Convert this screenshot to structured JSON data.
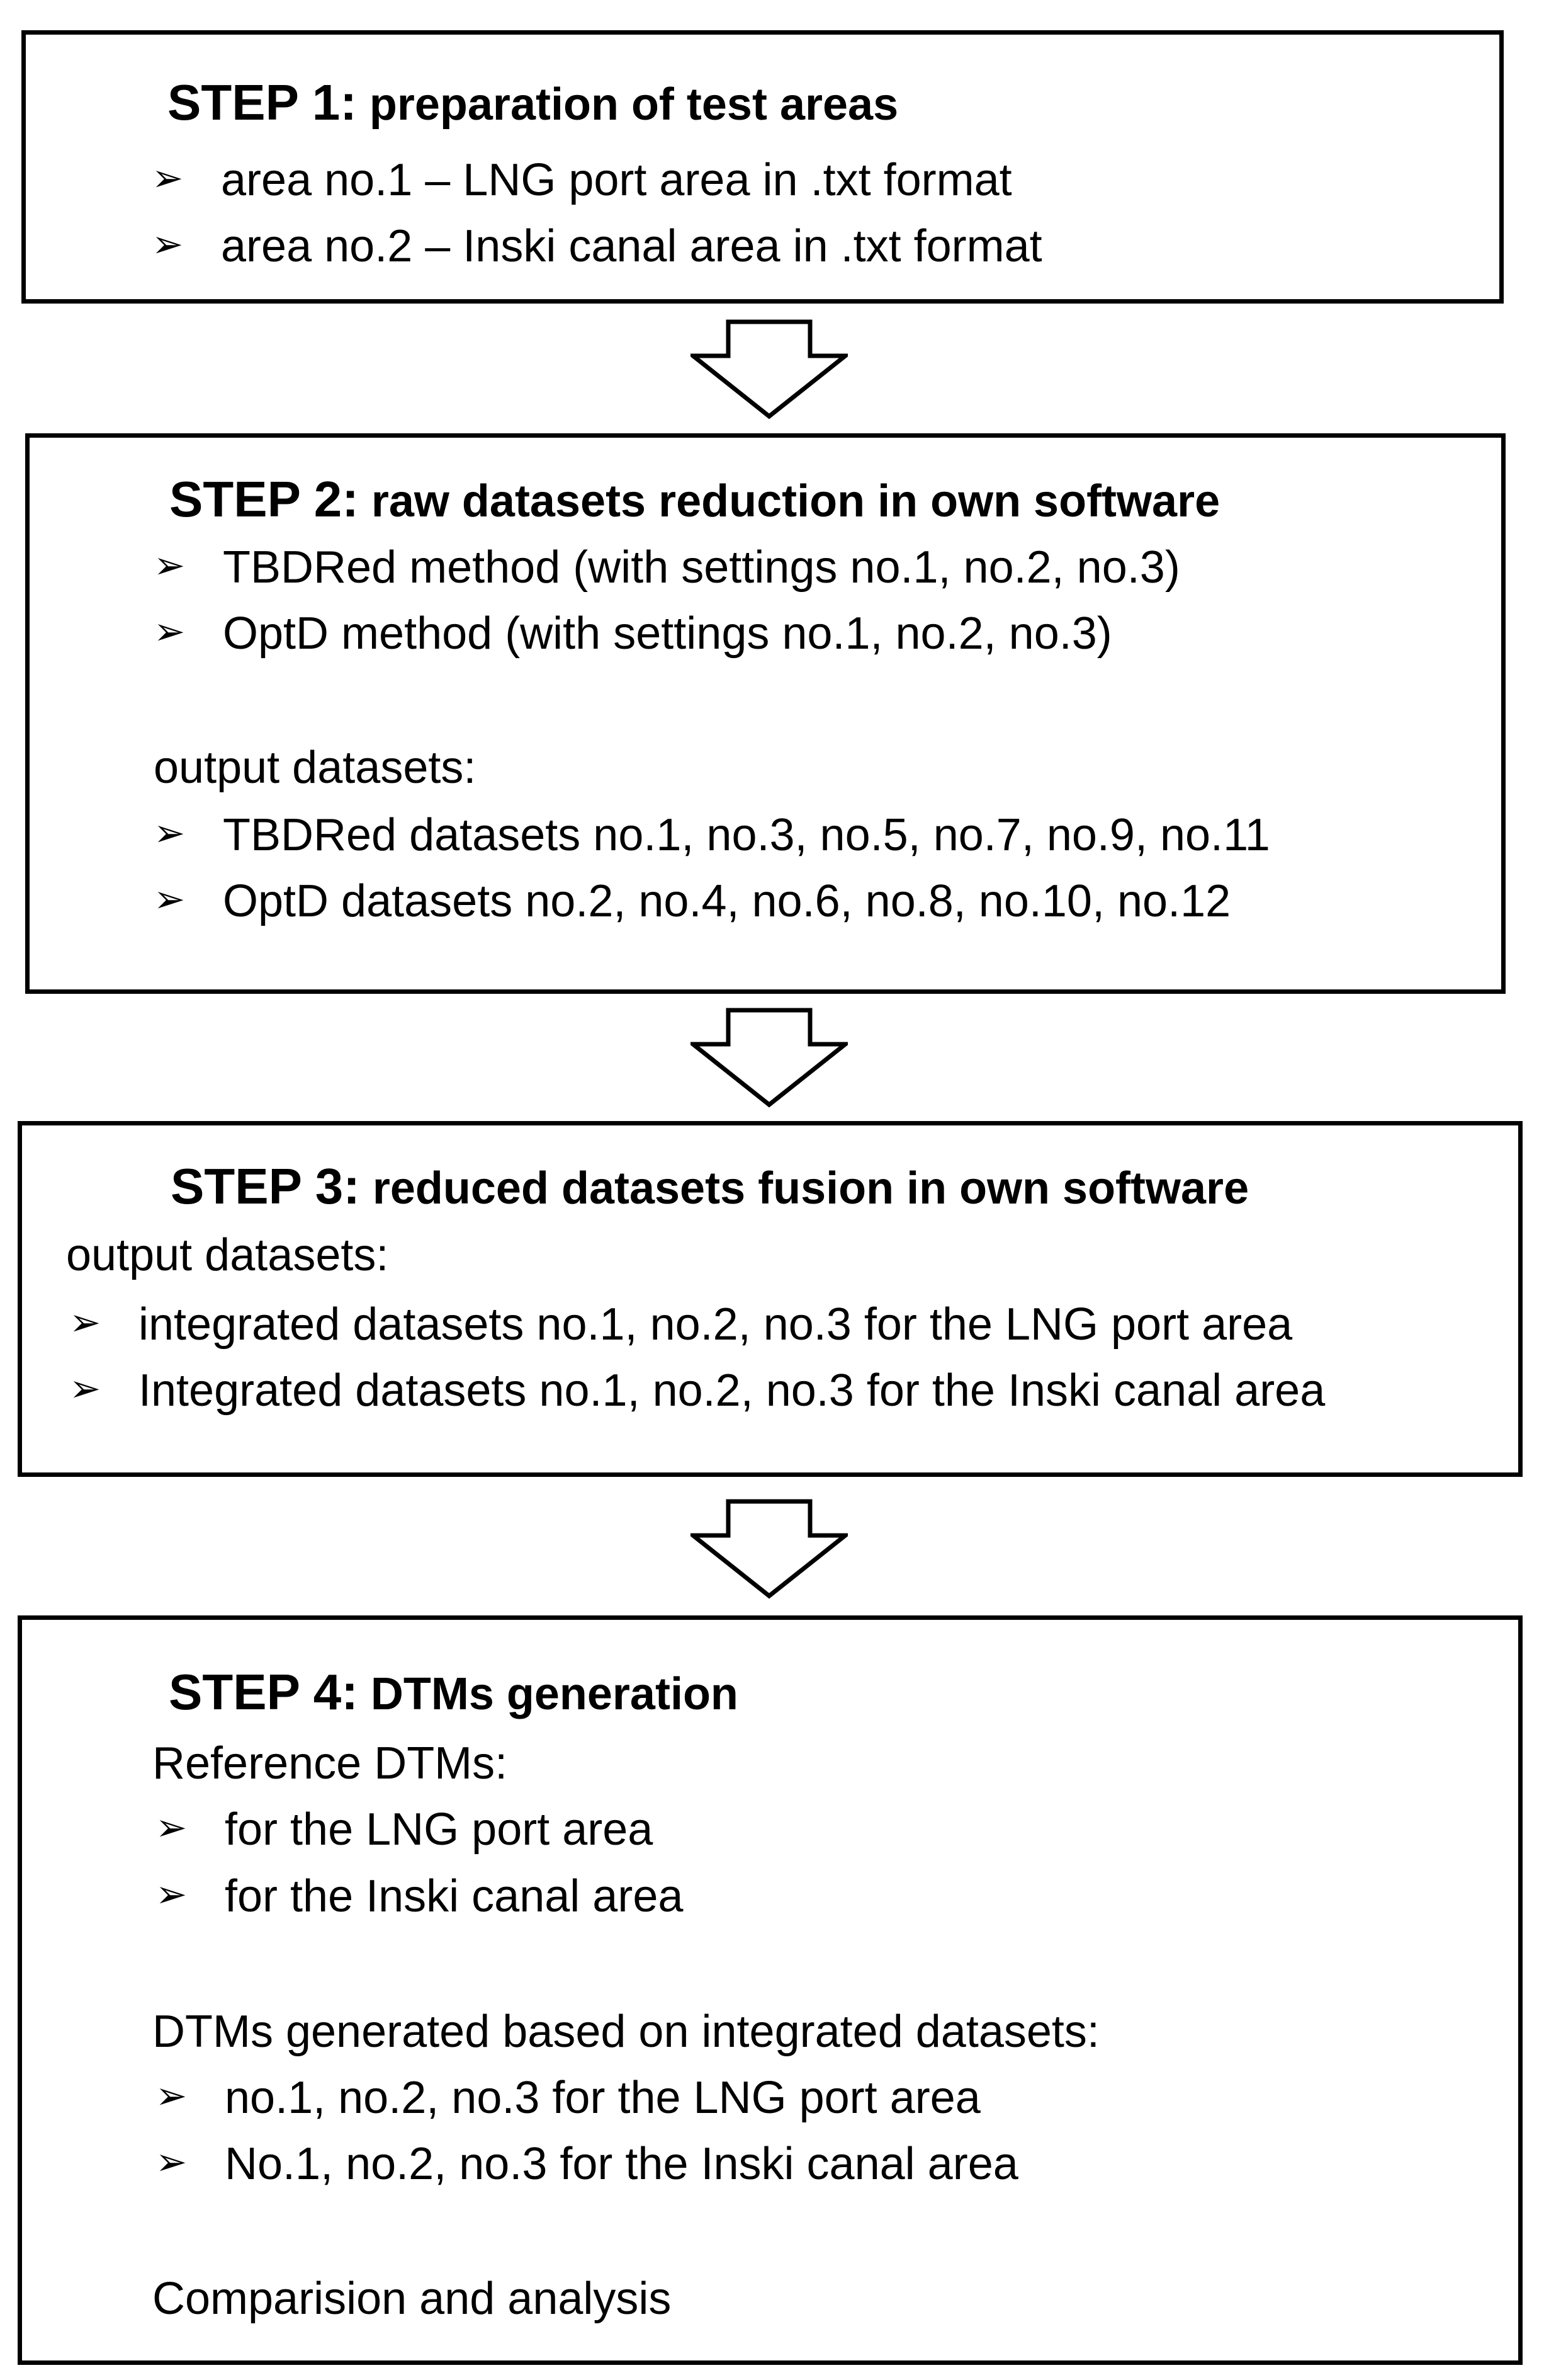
{
  "step1": {
    "label": "STEP 1:",
    "title": " preparation of test areas",
    "items": [
      "area no.1 –  LNG port area in .txt format",
      "area no.2 – Inski canal area in .txt format"
    ]
  },
  "step2": {
    "label": "STEP 2:",
    "title": "  raw datasets reduction in own software",
    "methods": [
      "TBDRed method (with settings no.1, no.2, no.3)",
      "OptD method (with settings no.1, no.2, no.3)"
    ],
    "output_heading": "output datasets:",
    "outputs": [
      "TBDRed datasets no.1, no.3, no.5, no.7, no.9, no.11",
      "OptD datasets no.2, no.4, no.6, no.8, no.10, no.12"
    ]
  },
  "step3": {
    "label": "STEP 3:",
    "title": " reduced datasets fusion in own software",
    "output_heading": "output datasets:",
    "outputs": [
      "integrated datasets no.1, no.2, no.3  for the LNG port area",
      "Integrated datasets no.1, no.2, no.3 for the Inski canal area"
    ]
  },
  "step4": {
    "label": "STEP 4:",
    "title": " DTMs generation",
    "reference_heading": "Reference DTMs:",
    "reference_items": [
      "for the LNG port area",
      "for the Inski canal area"
    ],
    "generated_heading": "DTMs generated based on integrated datasets:",
    "generated_items": [
      "no.1, no.2, no.3 for the LNG port area",
      "No.1, no.2, no.3 for the Inski canal area"
    ],
    "closing": "Comparision and analysis"
  },
  "bullet_glyph": "➢"
}
